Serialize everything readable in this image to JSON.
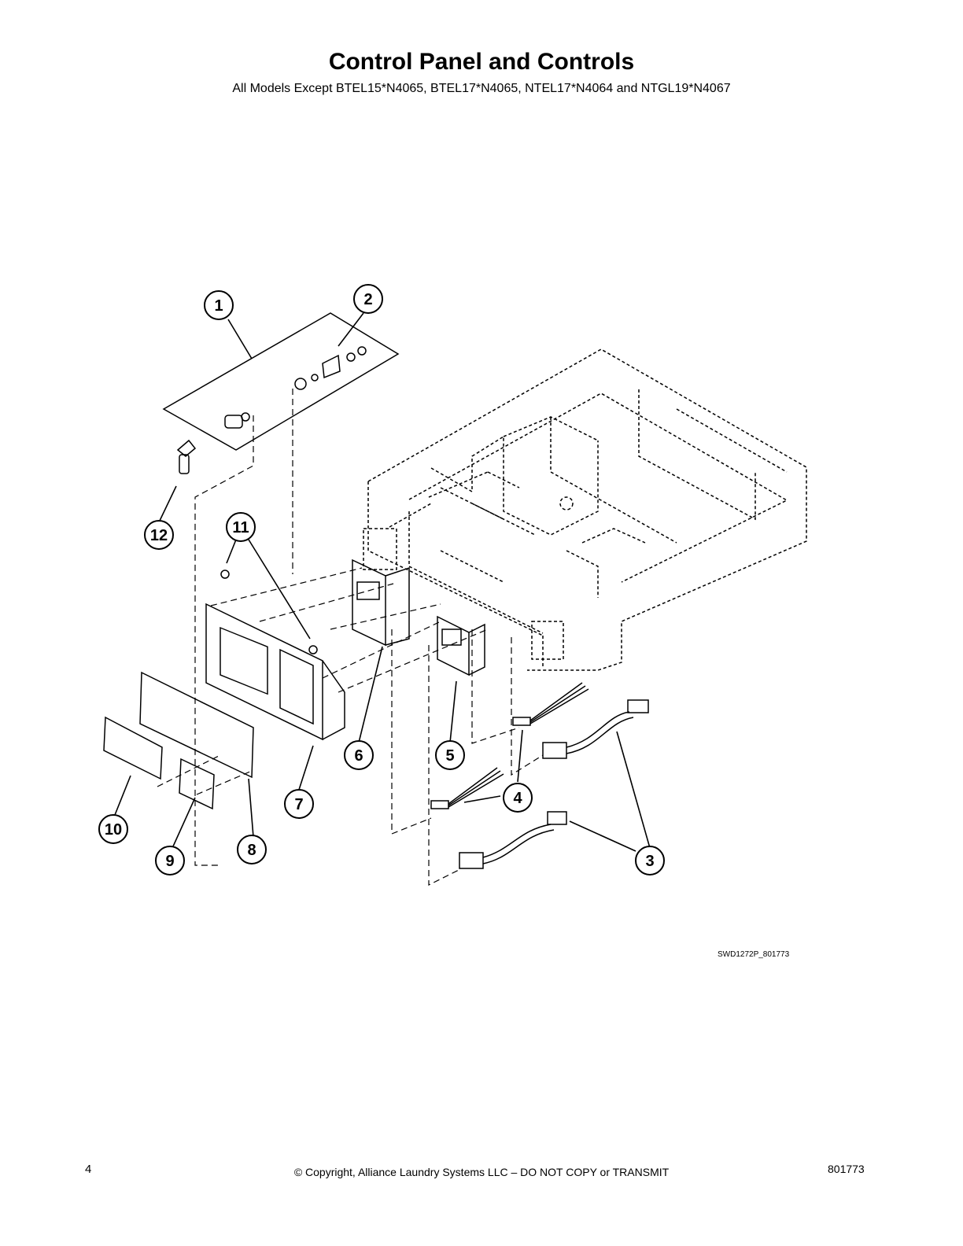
{
  "header": {
    "title": "Control Panel and Controls",
    "subtitle": "All Models Except BTEL15*N4065, BTEL17*N4065, NTEL17*N4064 and NTGL19*N4067"
  },
  "diagram": {
    "callouts": [
      "1",
      "2",
      "3",
      "3",
      "4",
      "4",
      "5",
      "6",
      "7",
      "8",
      "9",
      "10",
      "11",
      "12"
    ],
    "drawing_code": "SWD1272P_801773"
  },
  "footer": {
    "page_number": "4",
    "copyright": "© Copyright, Alliance Laundry Systems LLC – DO NOT COPY or TRANSMIT",
    "document_number": "801773"
  }
}
